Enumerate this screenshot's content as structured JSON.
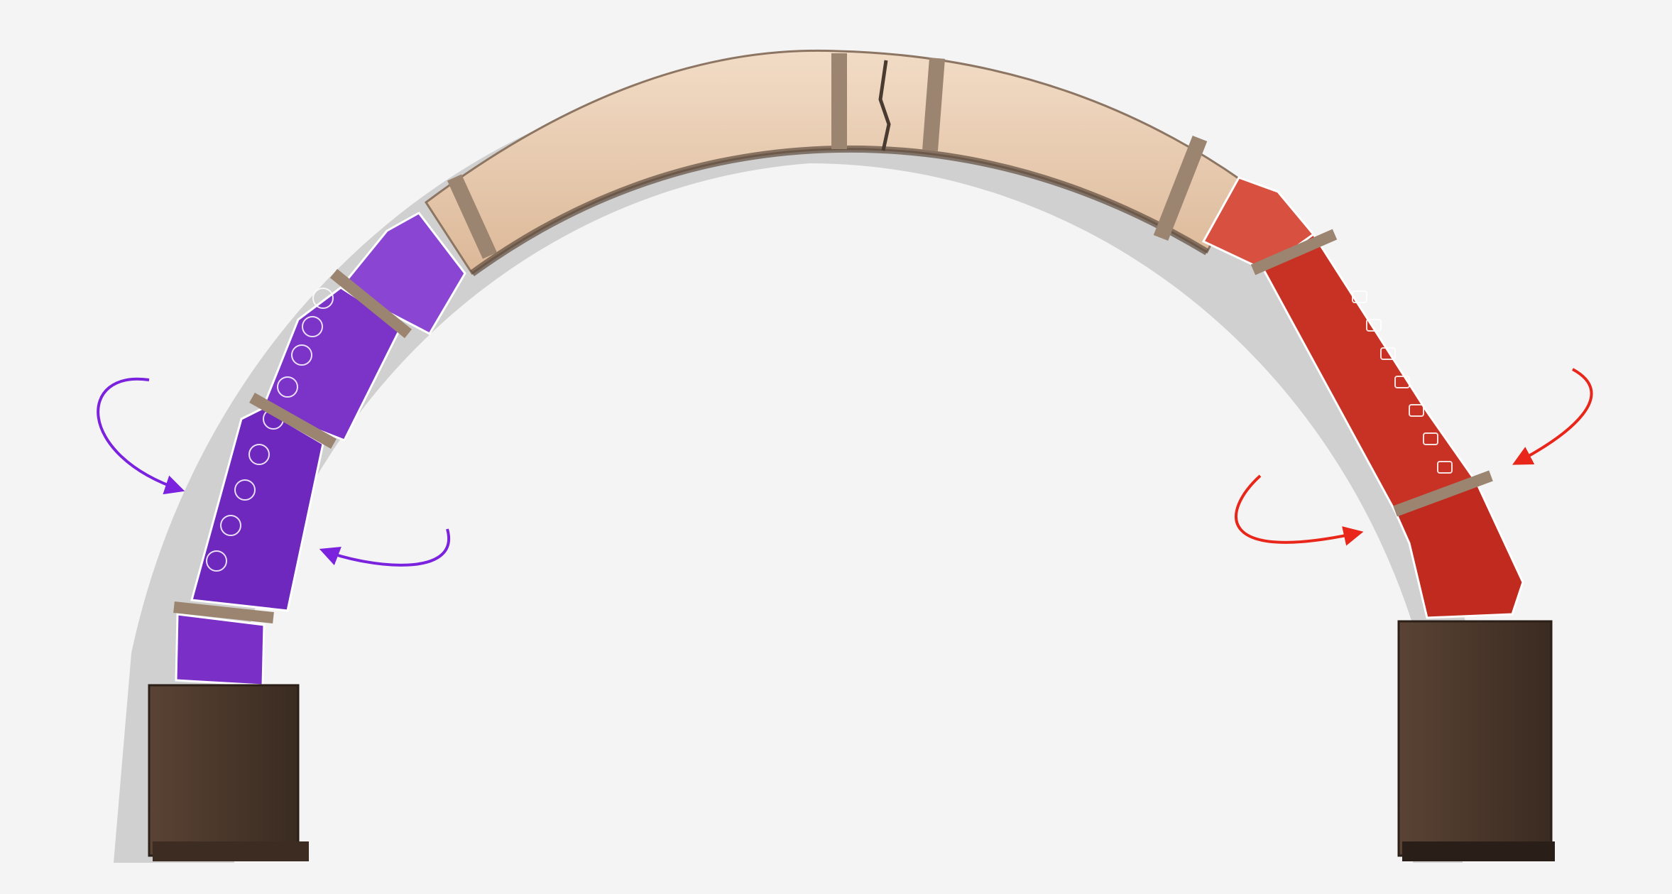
{
  "canvas": {
    "background": "#f4f4f4"
  },
  "arch": {
    "crown_color": "#ecd1b6",
    "crown_shade": "#d9b796",
    "band_color": "#9c8570",
    "band_shade": "#6d5b4c",
    "shadow_color": "#c7c7c7",
    "left_section": {
      "color": "#8a3fd0",
      "color_dark": "#6a2aa8",
      "outline": "#ffffff",
      "rotation_arrows": [
        "counter-clockwise",
        "counter-clockwise"
      ],
      "arrow_color": "#7a22dd"
    },
    "right_section": {
      "color": "#d63a2d",
      "color_dark": "#b0261c",
      "outline": "#ffffff",
      "rotation_arrows": [
        "clockwise",
        "clockwise"
      ],
      "arrow_color": "#e8261a"
    },
    "pier_color": "#4d3a2d",
    "pier_dark": "#36281e"
  }
}
